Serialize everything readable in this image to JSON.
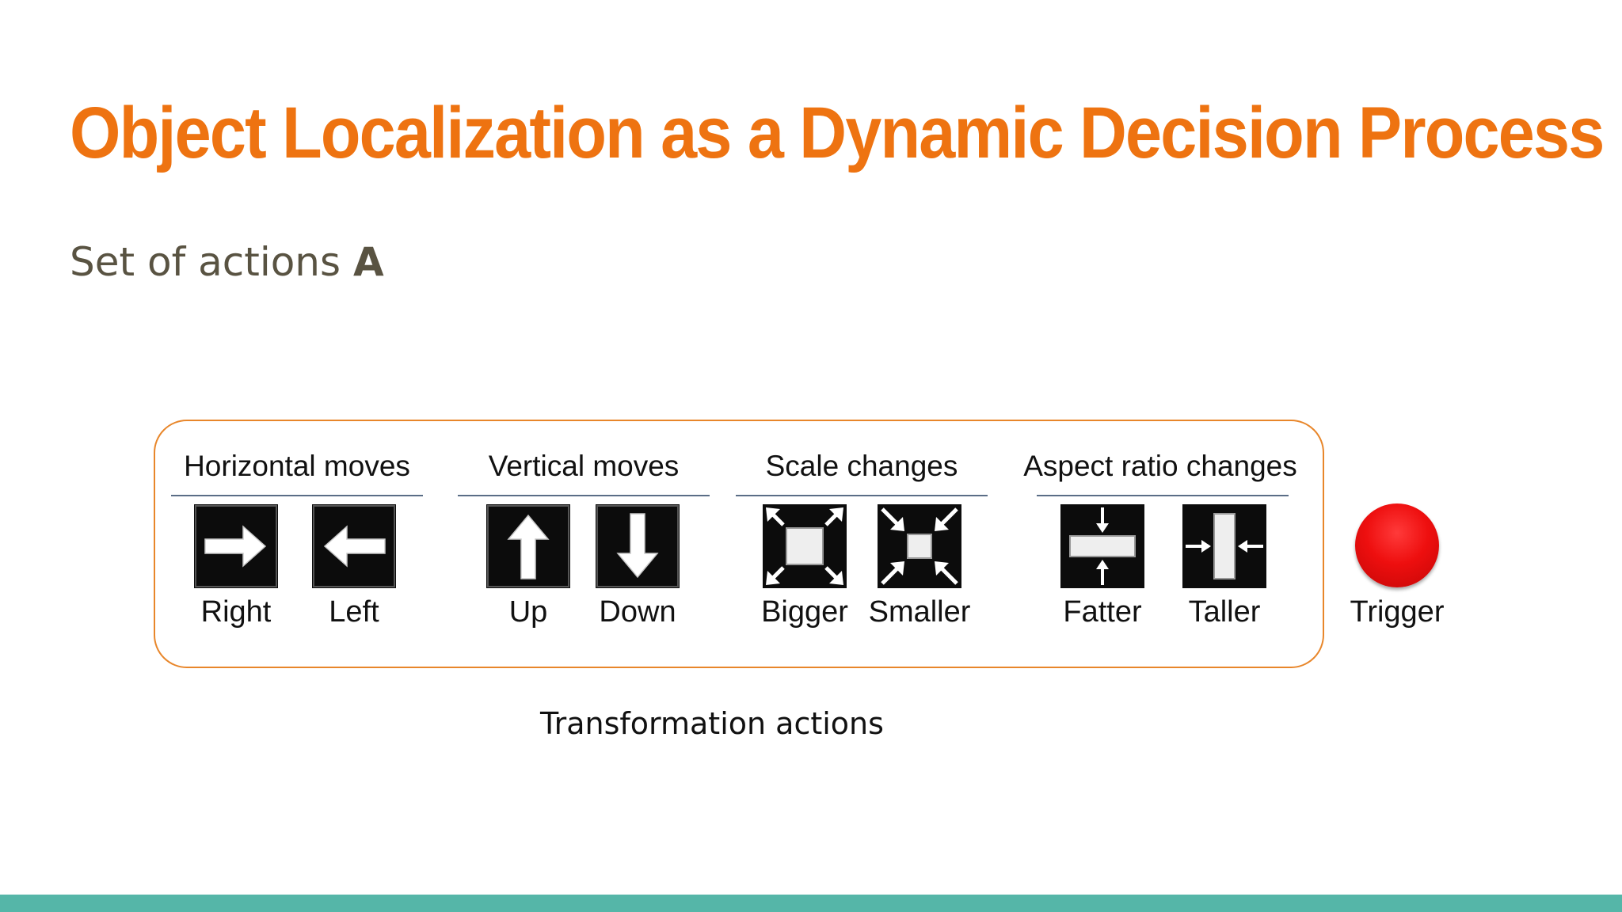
{
  "slide": {
    "title": "Object Localization as a Dynamic Decision Process",
    "subtitle_prefix": "Set of actions ",
    "subtitle_bold": "A",
    "caption": "Transformation actions"
  },
  "groups": [
    {
      "label": "Horizontal moves",
      "actions": [
        {
          "label": "Right",
          "icon": "arrow-right-icon"
        },
        {
          "label": "Left",
          "icon": "arrow-left-icon"
        }
      ]
    },
    {
      "label": "Vertical moves",
      "actions": [
        {
          "label": "Up",
          "icon": "arrow-up-icon"
        },
        {
          "label": "Down",
          "icon": "arrow-down-icon"
        }
      ]
    },
    {
      "label": "Scale changes",
      "actions": [
        {
          "label": "Bigger",
          "icon": "expand-icon"
        },
        {
          "label": "Smaller",
          "icon": "shrink-icon"
        }
      ]
    },
    {
      "label": "Aspect ratio changes",
      "actions": [
        {
          "label": "Fatter",
          "icon": "fatter-icon"
        },
        {
          "label": "Taller",
          "icon": "taller-icon"
        }
      ]
    }
  ],
  "trigger": {
    "label": "Trigger",
    "icon": "red-dot-icon"
  },
  "colors": {
    "title": "#ee7311",
    "subtitle": "#595342",
    "box_border": "#e8862a",
    "trigger": "#ee0f0f",
    "bottom_bar": "#55b6a8"
  }
}
